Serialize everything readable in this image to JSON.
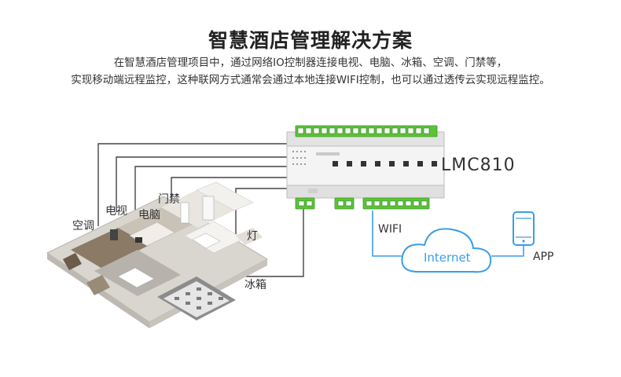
{
  "title": "智慧酒店管理解决方案",
  "description": {
    "line1": "在智慧酒店管理项目中，通过网络IO控制器连接电视、电脑、冰箱、空调、门禁等，",
    "line2": "实现移动端远程监控，这种联网方式通常会通过本地连接WIFI控制，也可以通过透传云实现远程监控。"
  },
  "device": {
    "model": "LMC810"
  },
  "labels": {
    "aircon": "空调",
    "tv": "电视",
    "computer": "电脑",
    "access": "门禁",
    "light": "灯",
    "fridge": "冰箱"
  },
  "network": {
    "wifi": "WIFI",
    "internet": "Internet",
    "app": "APP"
  },
  "colors": {
    "accent": "#3a9ee8",
    "terminal_green": "#5cc23a",
    "line_dark": "#444444"
  }
}
